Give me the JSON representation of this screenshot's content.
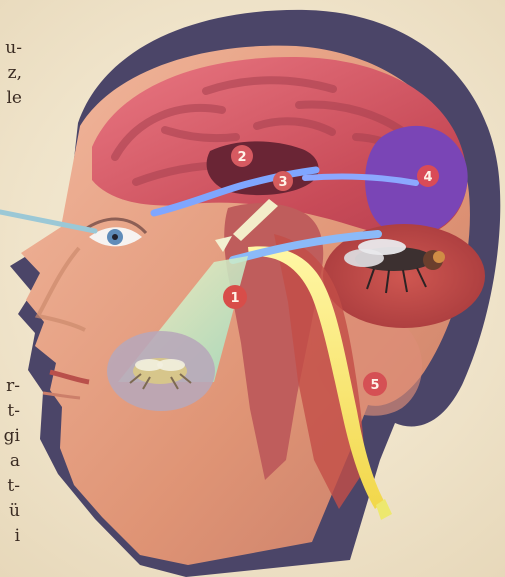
{
  "text_fragments": {
    "top": [
      "u-",
      "z,",
      "le"
    ],
    "bottom": [
      "r-",
      "t-",
      "gi",
      "a",
      "t-",
      "ü",
      "i"
    ]
  },
  "labels": [
    "1",
    "2",
    "3",
    "4",
    "5"
  ],
  "colors": {
    "brain": "#d25767",
    "skin": "#e7a182",
    "hair": "#4b4568",
    "purple": "#7a45b6",
    "yellow_tract": "#f2e76f"
  },
  "icons": [
    "eye-icon",
    "fly-icon",
    "insect-icon"
  ]
}
